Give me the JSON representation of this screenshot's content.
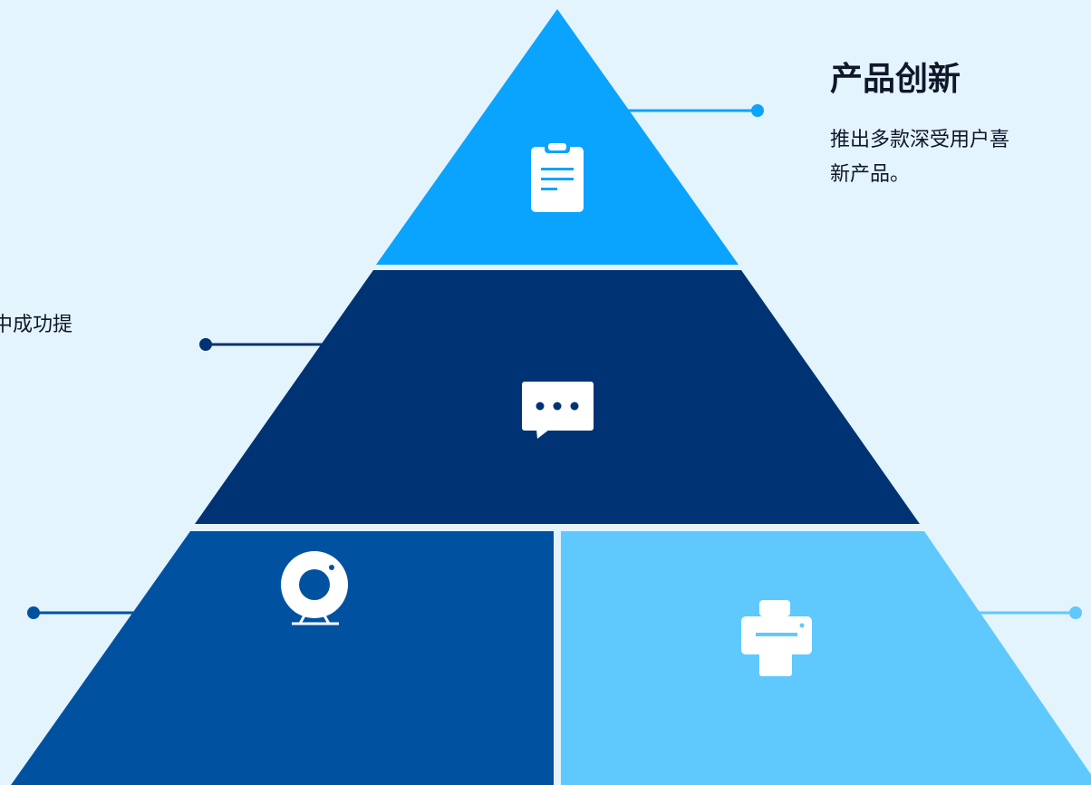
{
  "callout_top": {
    "title": "产品创新",
    "body_lines": [
      "推出多款深受用户喜",
      "新产品。"
    ]
  },
  "callout_left": {
    "text": "中成功提"
  },
  "colors": {
    "background": "#e4f4fd",
    "tier_top": "#0aa3fe",
    "tier_middle": "#003373",
    "tier_bottom_left": "#0052a0",
    "tier_bottom_right": "#5fc9fd",
    "text": "#0f172a"
  },
  "icons": {
    "tier_top": "clipboard-icon",
    "tier_middle": "chat-bubble-icon",
    "tier_bottom_left": "webcam-icon",
    "tier_bottom_right": "printer-icon"
  }
}
